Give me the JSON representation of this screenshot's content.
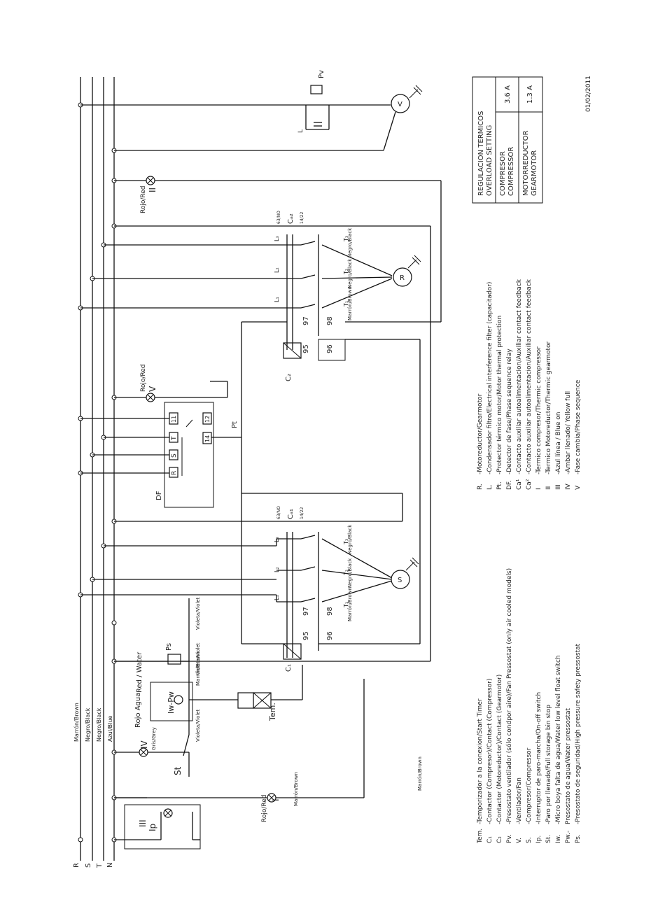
{
  "bus": {
    "labels": [
      "R",
      "S",
      "T",
      "N"
    ],
    "colors": [
      "Marrón/Brown",
      "Negro/Black",
      "Negro/Black",
      "Azul/Blue"
    ]
  },
  "legend_left": [
    {
      "code": "Tem.",
      "desc": "-Temporizador a la conexion/Start Timer"
    },
    {
      "code": "C₁",
      "desc": "-Contactor (Compresor)/Contact (Compressor)"
    },
    {
      "code": "C₂",
      "desc": "-Contactor (Motoreductor)/Contact (Gearmotor)"
    },
    {
      "code": "Pv.",
      "desc": "-Presostato ventilador (sólo condpor aire)/Fan Pressostat (only air cooled models)"
    },
    {
      "code": "V.",
      "desc": "-Ventilador/Fan"
    },
    {
      "code": "S.",
      "desc": "-Compresor/Compressor"
    },
    {
      "code": "Ip.",
      "desc": "-Interruptor de paro-marcha/On-off switch"
    },
    {
      "code": "St.",
      "desc": "-Paro por llenado/Full storage bin stop"
    },
    {
      "code": "Iw.",
      "desc": "-Micro boya falta de agua/Water low level float switch"
    },
    {
      "code": "Pw.-",
      "desc": "Presostato de agua/Water pressostat"
    },
    {
      "code": "Ps.",
      "desc": "-Presostato de seguridad/High pressure safety pressostat"
    }
  ],
  "legend_right": [
    {
      "code": "R.",
      "desc": "-Motoreductor/Gearmotor"
    },
    {
      "code": "L.",
      "desc": "-Condensador filtro/Electrical interference filter (capacitador)"
    },
    {
      "code": "Pt.",
      "desc": "-Protector térmico motor/Motor thermal protection"
    },
    {
      "code": "DF.",
      "desc": "-Detector de fase/Phase sequence relay"
    },
    {
      "code": "Ca¹",
      "desc": "-Contacto auxiliar autoalimentacion/Auxiliar contact feedback"
    },
    {
      "code": "Ca²",
      "desc": "-Contacto auxiliar autoalimentacion/Auxiliar contact feedback"
    },
    {
      "code": "I",
      "desc": "-Termico compresor/Thermic compressor"
    },
    {
      "code": "II",
      "desc": "-Termico Motoreductor/Thermic gearmotor"
    },
    {
      "code": "III",
      "desc": "-Azul línea / Blue on"
    },
    {
      "code": "IV",
      "desc": "-Ambar llenado/ Yellow full"
    },
    {
      "code": "V",
      "desc": "-Fase cambia/Phase sequence"
    }
  ],
  "table": {
    "header1": "REGULACION TERMICOS",
    "header2": "OVERLOAD SETTING",
    "rows": [
      {
        "name1": "COMPRESOR",
        "name2": "COMPRESSOR",
        "value": "3.6 A"
      },
      {
        "name1": "MOTORREDUCTOR",
        "name2": "GEARMOTOR",
        "value": "1.3 A"
      }
    ]
  },
  "date": "01/02/2011",
  "components": {
    "ip": "Ip",
    "ip_lamp": "III",
    "lamp_I": "I",
    "lamp_I_color": "Rojo/Red",
    "lamp_IV": "IV",
    "gris": "Gris/Grey",
    "st": "St",
    "iw_pw": "Iw-Pw",
    "rojo_agua": "Rojo\nAgua",
    "red_water": "Red\n/ Water",
    "tem": "Tem.",
    "ps": "Ps",
    "violeta1": "Violeta/Violet",
    "violeta2": "Violeta/Violet",
    "violeta3": "Violeta/Violet",
    "marron_brown1": "Marrón/Brown",
    "marron_brown2": "Marrón/Brown",
    "marron_brown3": "Marrón/Brown",
    "marron_brown4": "Marrón/Brown",
    "marron_brown5": "Marrón/Brown",
    "negro1": "Negro/Black",
    "negro2": "Negro/Black",
    "negro3": "Negro/Black",
    "negro4": "Negro/Black",
    "motor_S": "S",
    "motor_R": "R",
    "motor_V": "V",
    "df": "DF",
    "pt": "Pt",
    "pv": "Pv",
    "lamp_V": "V",
    "lamp_V_color": "Rojo/Red",
    "lamp_II": "II",
    "lamp_II_color": "Rojo/Red",
    "c1": "C₁",
    "c2": "C₂",
    "ca1": "Cₐ₁",
    "ca2": "Cₐ₂",
    "no63": "63/NO",
    "n1422": "14/22",
    "n95": "95",
    "n96": "96",
    "n97": "97",
    "n98": "98",
    "df_R": "R",
    "df_S": "S",
    "df_T": "T",
    "df_11": "11",
    "df_12": "12",
    "df_14": "14"
  }
}
